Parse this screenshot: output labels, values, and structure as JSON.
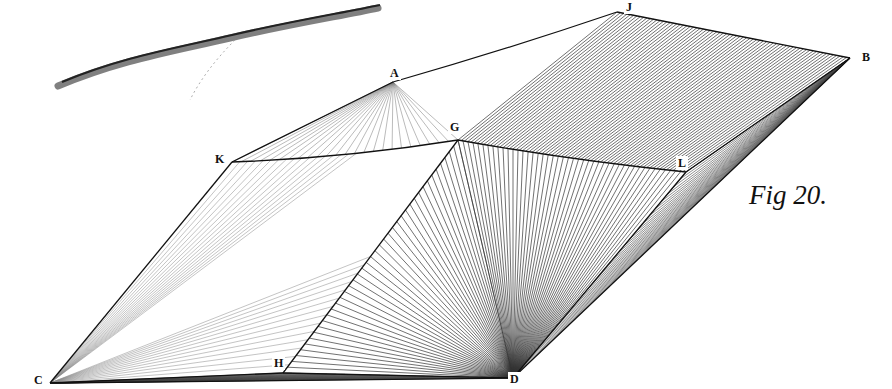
{
  "diagram": {
    "labels": [
      "A",
      "J",
      "B",
      "K",
      "G",
      "L",
      "C",
      "H",
      "D",
      "Fig 20."
    ]
  }
}
